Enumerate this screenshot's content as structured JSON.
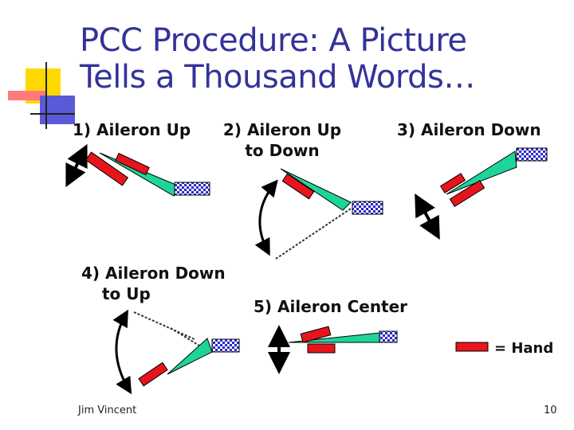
{
  "slide": {
    "title_line1": "PCC Procedure:   A Picture",
    "title_line2": "Tells a Thousand Words…",
    "author": "Jim Vincent",
    "page_number": "10"
  },
  "panels": {
    "p1": "1) Aileron Up",
    "p2_line1": "2) Aileron Up",
    "p2_line2": "to Down",
    "p3": "3) Aileron Down",
    "p4_line1": "4) Aileron Down",
    "p4_line2": "to Up",
    "p5": "5) Aileron Center"
  },
  "legend": {
    "hand_label": "= Hand",
    "hand_color": "#e8141c"
  },
  "colors": {
    "title": "#333399",
    "aileron_fill": "#1fd49a",
    "arrow": "#000000"
  }
}
